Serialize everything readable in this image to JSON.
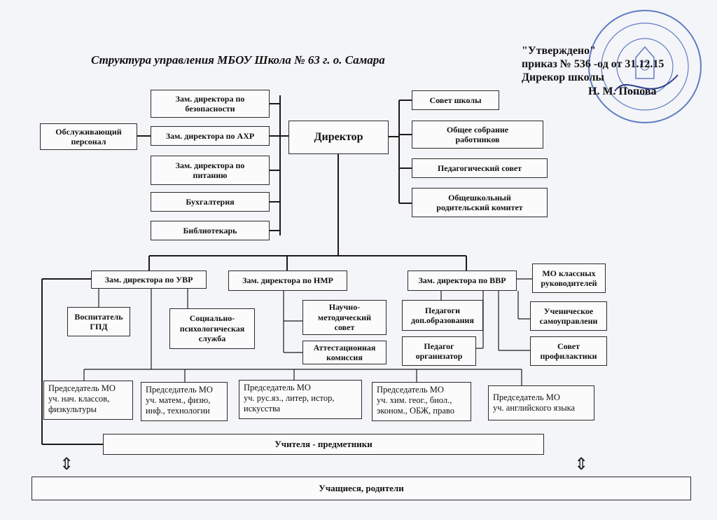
{
  "title": "Структура управления МБОУ Школа № 63 г. о. Самара",
  "approval": {
    "line1": "\"Утверждено\"",
    "line2": "приказ № 536 -од от 31.12.15",
    "line3": "Дирекор школы",
    "line4": "Н. М. Попова"
  },
  "boxes": {
    "director": "Директор",
    "zam_security": "Зам. директора по\nбезопасности",
    "zam_ahr": "Зам. директора по АХР",
    "zam_food": "Зам. директора по\nпитанию",
    "accounting": "Бухгалтерия",
    "librarian": "Библиотекарь",
    "service_staff": "Обслуживающий\nперсонал",
    "school_council": "Совет школы",
    "general_meeting": "Общее собрание\nработников",
    "ped_council": "Педагогический совет",
    "parent_committee": "Общешкольный\nродительский комитет",
    "zam_uvr": "Зам. директора по УВР",
    "zam_nmr": "Зам. директора по НМР",
    "zam_vvr": "Зам. директора по ВВР",
    "mo_class": "МО классных\nруководителей",
    "educator_gpd": "Воспитатель\nГПД",
    "social_service": "Социально-\nпсихологическая\nслужба",
    "method_council": "Научно-\nметодический\nсовет",
    "attest_commission": "Аттестационная\nкомиссия",
    "dop_teachers": "Педагоги\nдоп.образования",
    "ped_organizer": "Педагог\nорганизатор",
    "student_gov": "Ученическое\nсамоуправлени",
    "prevention_council": "Совет\nпрофилактики",
    "mo_primary": "Председатель МО\nуч. нач. классов,\nфизкультуры",
    "mo_math": "Председатель МО\nуч. матем., физю,\nинф., технологии",
    "mo_russian": "Председатель МО\nуч. рус.яз., литер, истор,\nискусства",
    "mo_chem": "Председатель МО\nуч. хим. геог., биол.,\nэконом., ОБЖ, право",
    "mo_english": "Председатель МО\nуч. английского языка",
    "teachers": "Учителя - предметники",
    "students": "Учащиеся, родители"
  },
  "colors": {
    "stamp": "#3b5fb5",
    "lines": "#1a1a1a"
  },
  "icons": {
    "arrows": "double-arrow-up-down-icon"
  }
}
